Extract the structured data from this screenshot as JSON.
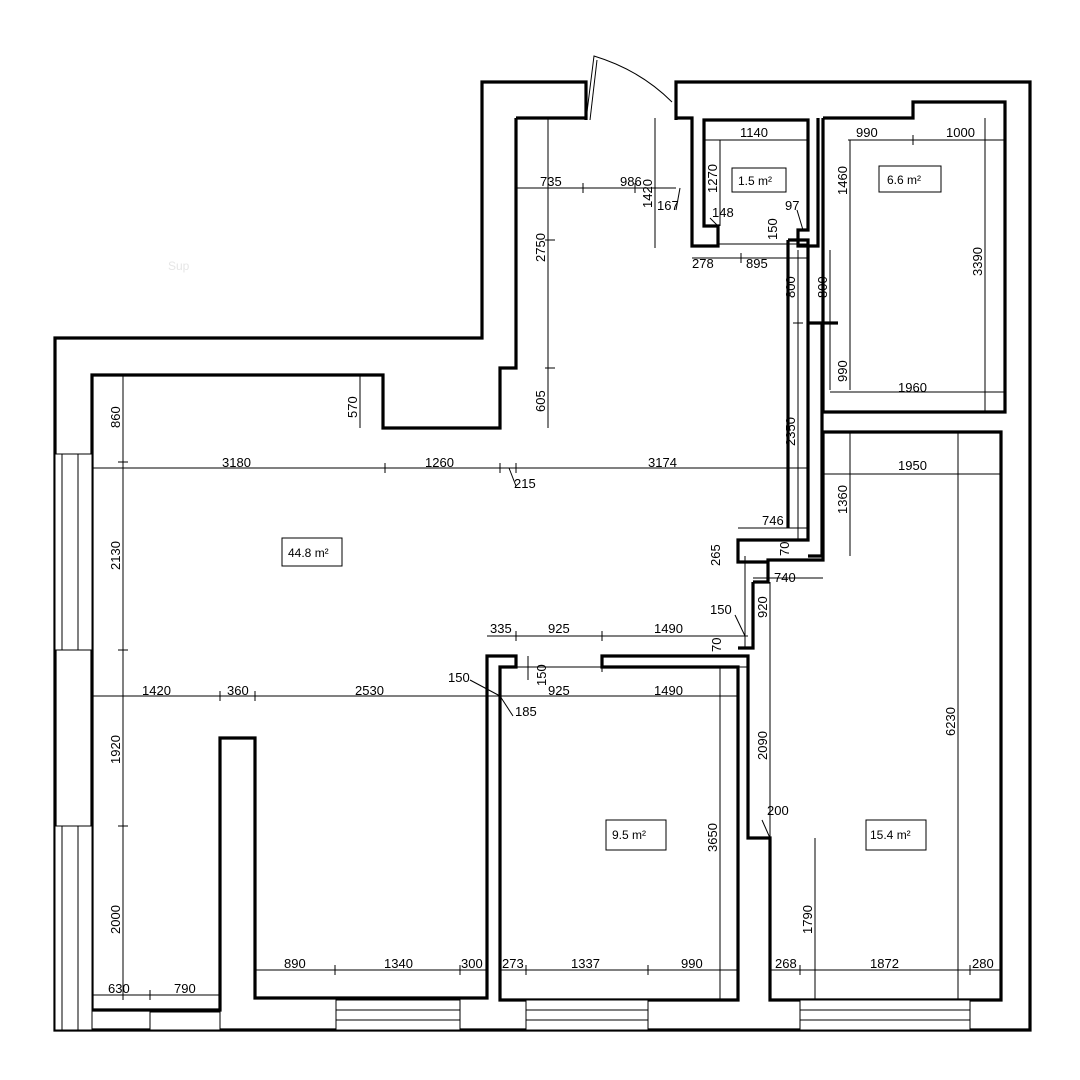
{
  "rooms": [
    {
      "id": "living",
      "area": "44.8 m²"
    },
    {
      "id": "wc",
      "area": "1.5 m²"
    },
    {
      "id": "bath",
      "area": "6.6 m²"
    },
    {
      "id": "bedroom-small",
      "area": "9.5 m²"
    },
    {
      "id": "bedroom-large",
      "area": "15.4 m²"
    }
  ],
  "ghost_label": "Sup",
  "dimensions": {
    "d1140": "1140",
    "d990a": "990",
    "d1000": "1000",
    "d735": "735",
    "d986": "986",
    "d1420": "1420",
    "d167": "167",
    "d1270": "1270",
    "d148": "148",
    "d150a": "150",
    "d97": "97",
    "d1460": "1460",
    "d3390": "3390",
    "d278": "278",
    "d895": "895",
    "d2750": "2750",
    "d800a": "800",
    "d800b": "800",
    "d990b": "990",
    "d1960": "1960",
    "d570": "570",
    "d605": "605",
    "d860": "860",
    "d3180": "3180",
    "d1260": "1260",
    "d3174": "3174",
    "d215": "215",
    "d2350": "2350",
    "d1950": "1950",
    "d1360": "1360",
    "d746": "746",
    "d265": "265",
    "d70a": "70",
    "d740": "740",
    "d920": "920",
    "d2130": "2130",
    "d150b": "150",
    "d335": "335",
    "d925a": "925",
    "d1490a": "1490",
    "d70b": "70",
    "d150c": "150",
    "d150d": "150",
    "d185": "185",
    "d1420b": "1420",
    "d360": "360",
    "d2530": "2530",
    "d925b": "925",
    "d1490b": "1490",
    "d1920": "1920",
    "d2090": "2090",
    "d6230": "6230",
    "d3650": "3650",
    "d200": "200",
    "d2000": "2000",
    "d1790": "1790",
    "d630": "630",
    "d790": "790",
    "d890": "890",
    "d1340": "1340",
    "d300": "300",
    "d273": "273",
    "d1337": "1337",
    "d990c": "990",
    "d268": "268",
    "d1872": "1872",
    "d280": "280"
  }
}
